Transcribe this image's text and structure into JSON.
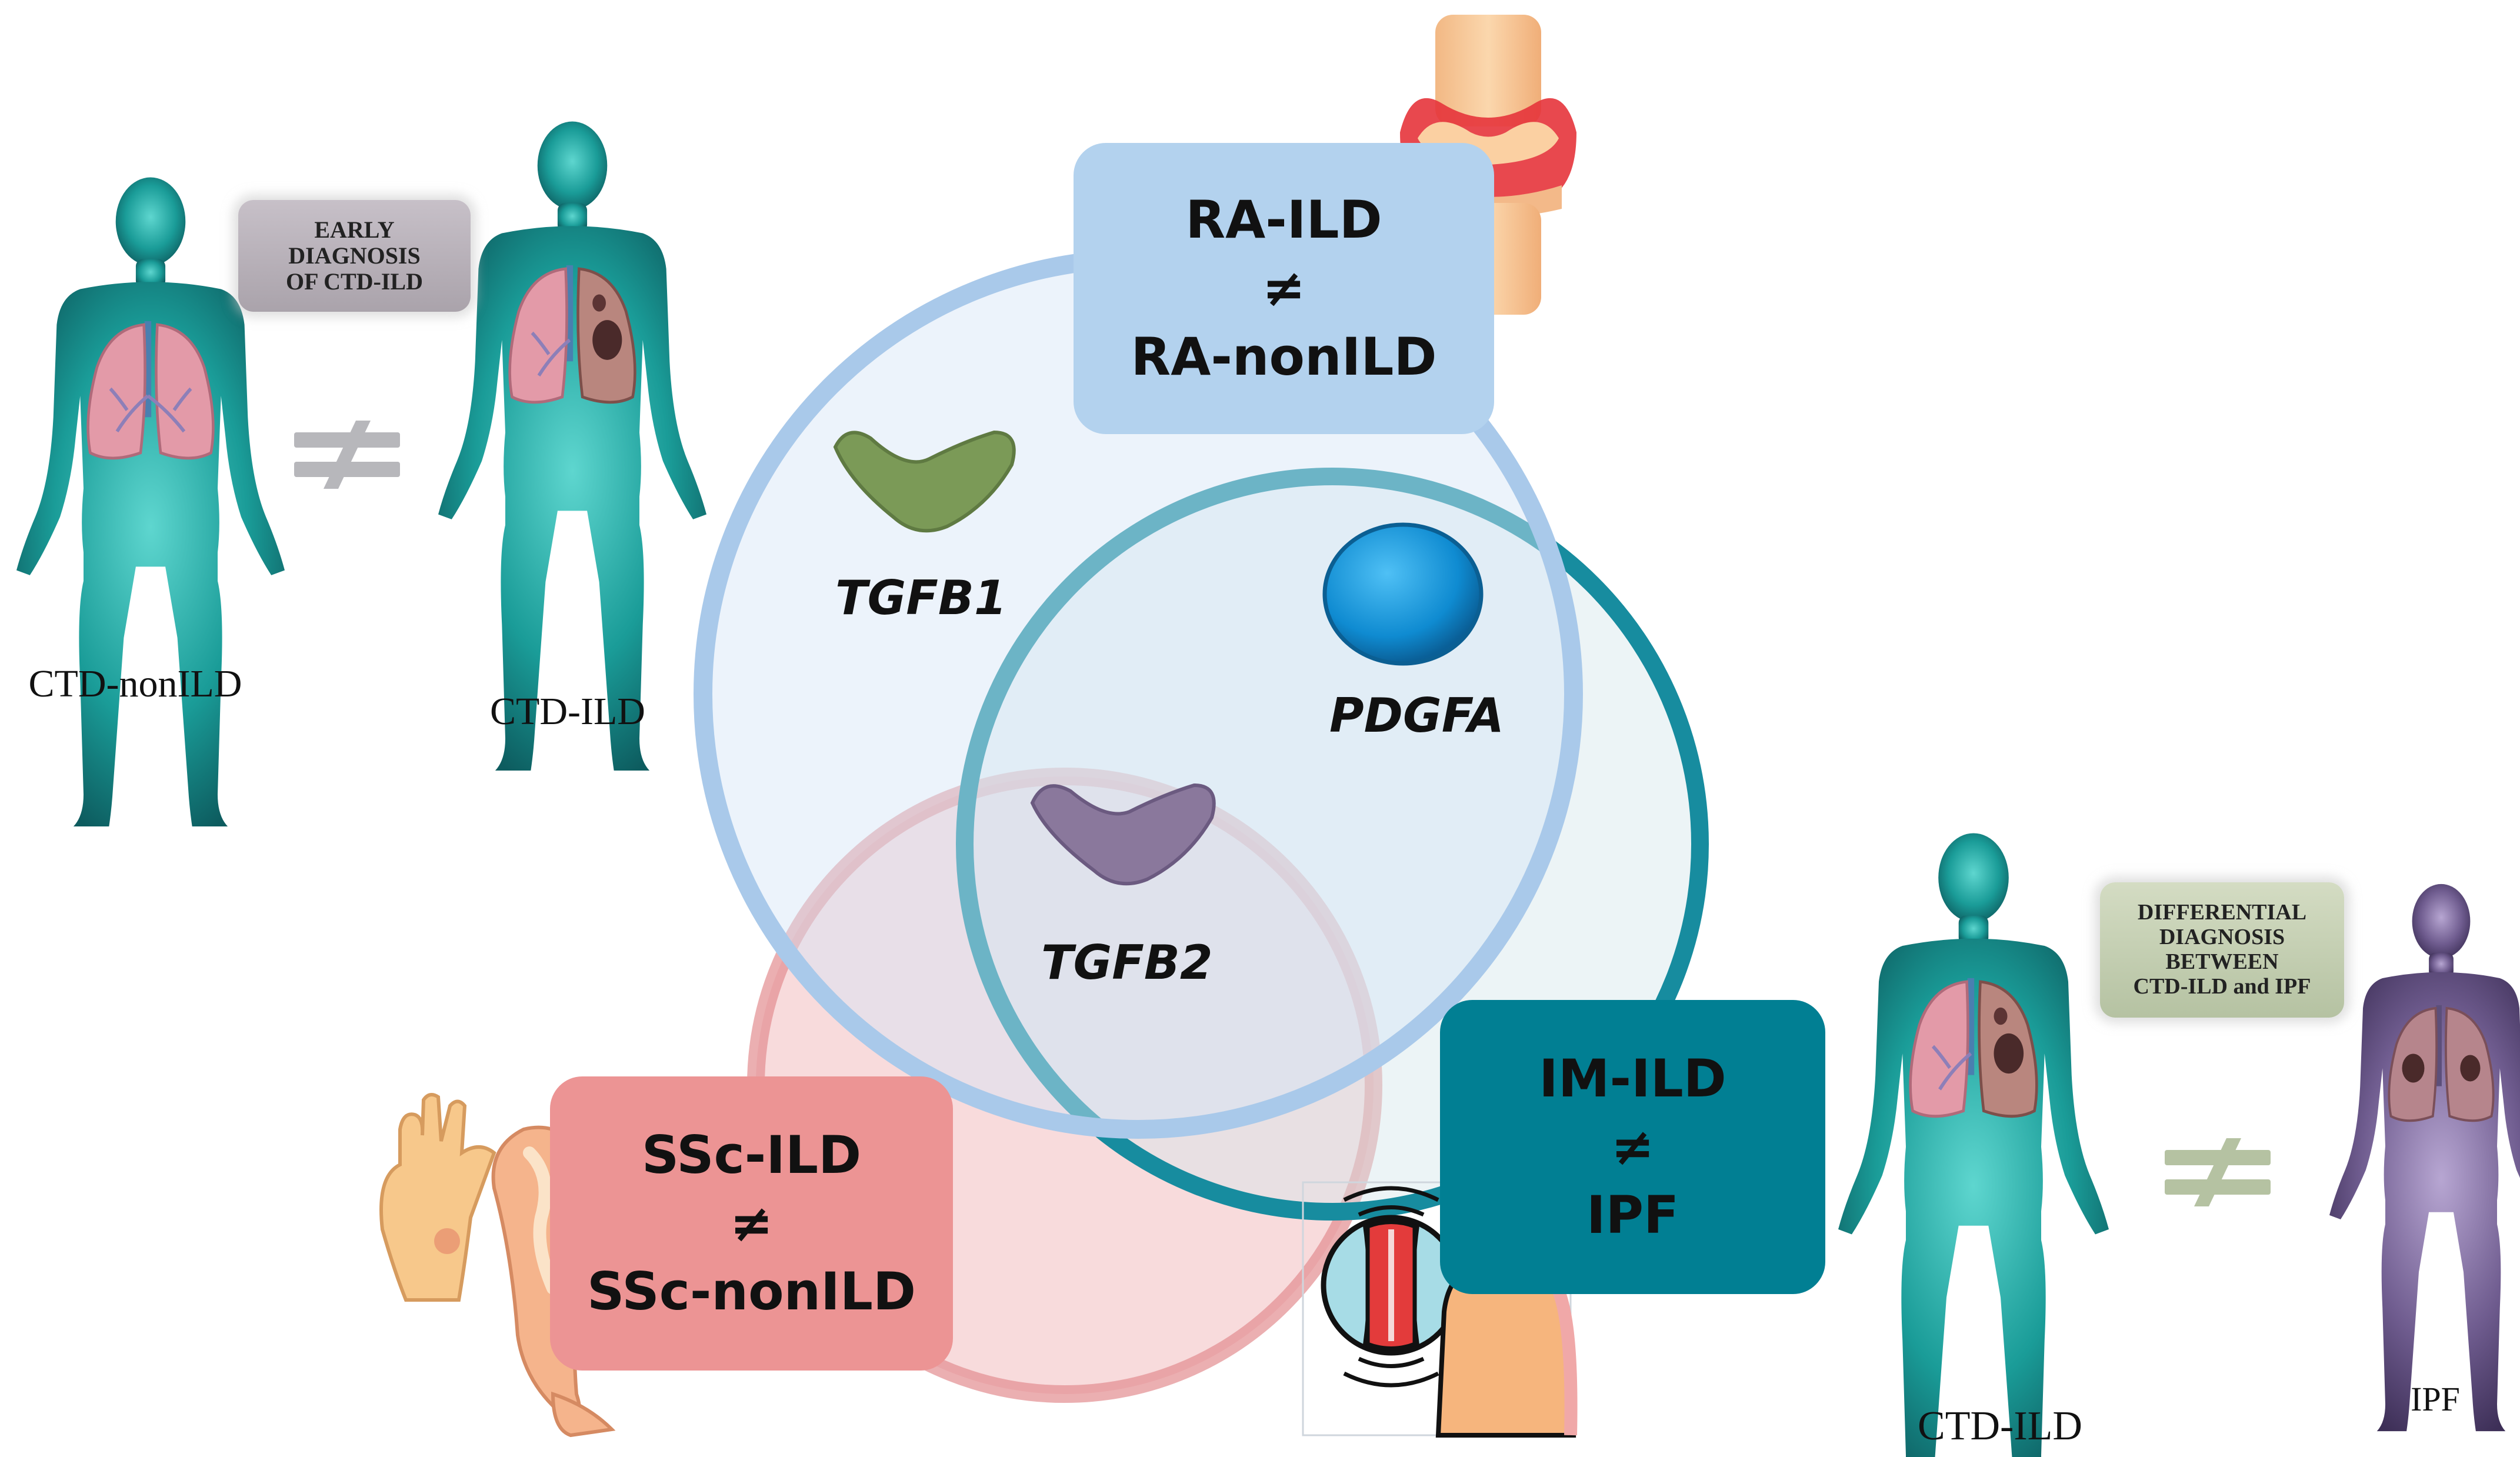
{
  "colors": {
    "ra_circle": "#a9c9ea",
    "im_circle": "#178c9f",
    "ssc_circle": "#e38d90",
    "ra_box": "#b3d2ee",
    "im_box": "#017f93",
    "ssc_box": "#ec9494",
    "tgfb1_shape": "#7b9a57",
    "tgfb2_shape": "#8a789c",
    "pdgfa_shape": "#0f8bd1",
    "body_teal": "#1ba6a0",
    "body_purple": "#6e5a8a",
    "lung": "#e39aa8"
  },
  "icons": {
    "joint": "knee-joint-illustration-icon",
    "hand": "scleroderma-hand-and-leg-icon",
    "muscle": "muscle-and-patient-icon",
    "body": "human-body-lungs-icon",
    "not_equal": "not-equal-sign-icon"
  },
  "venn": {
    "ra_box": {
      "line1": "RA-ILD",
      "symbol": "≠",
      "line2": "RA-nonILD"
    },
    "im_box": {
      "line1": "IM-ILD",
      "symbol": "≠",
      "line2": "IPF"
    },
    "ssc_box": {
      "line1": "SSc-ILD",
      "symbol": "≠",
      "line2": "SSc-nonILD"
    },
    "genes": {
      "tgfb1": "TGFB1",
      "tgfb2": "TGFB2",
      "pdgfa": "PDGFA"
    }
  },
  "left_panel": {
    "label_nonild": "CTD-nonILD",
    "label_ild": "CTD-ILD",
    "note_lines": [
      "EARLY",
      "DIAGNOSIS",
      "OF CTD-ILD"
    ]
  },
  "right_panel": {
    "label_ild": "CTD-ILD",
    "label_ipf": "IPF",
    "note_lines": [
      "DIFFERENTIAL",
      "DIAGNOSIS",
      "BETWEEN",
      "CTD-ILD and IPF"
    ]
  }
}
